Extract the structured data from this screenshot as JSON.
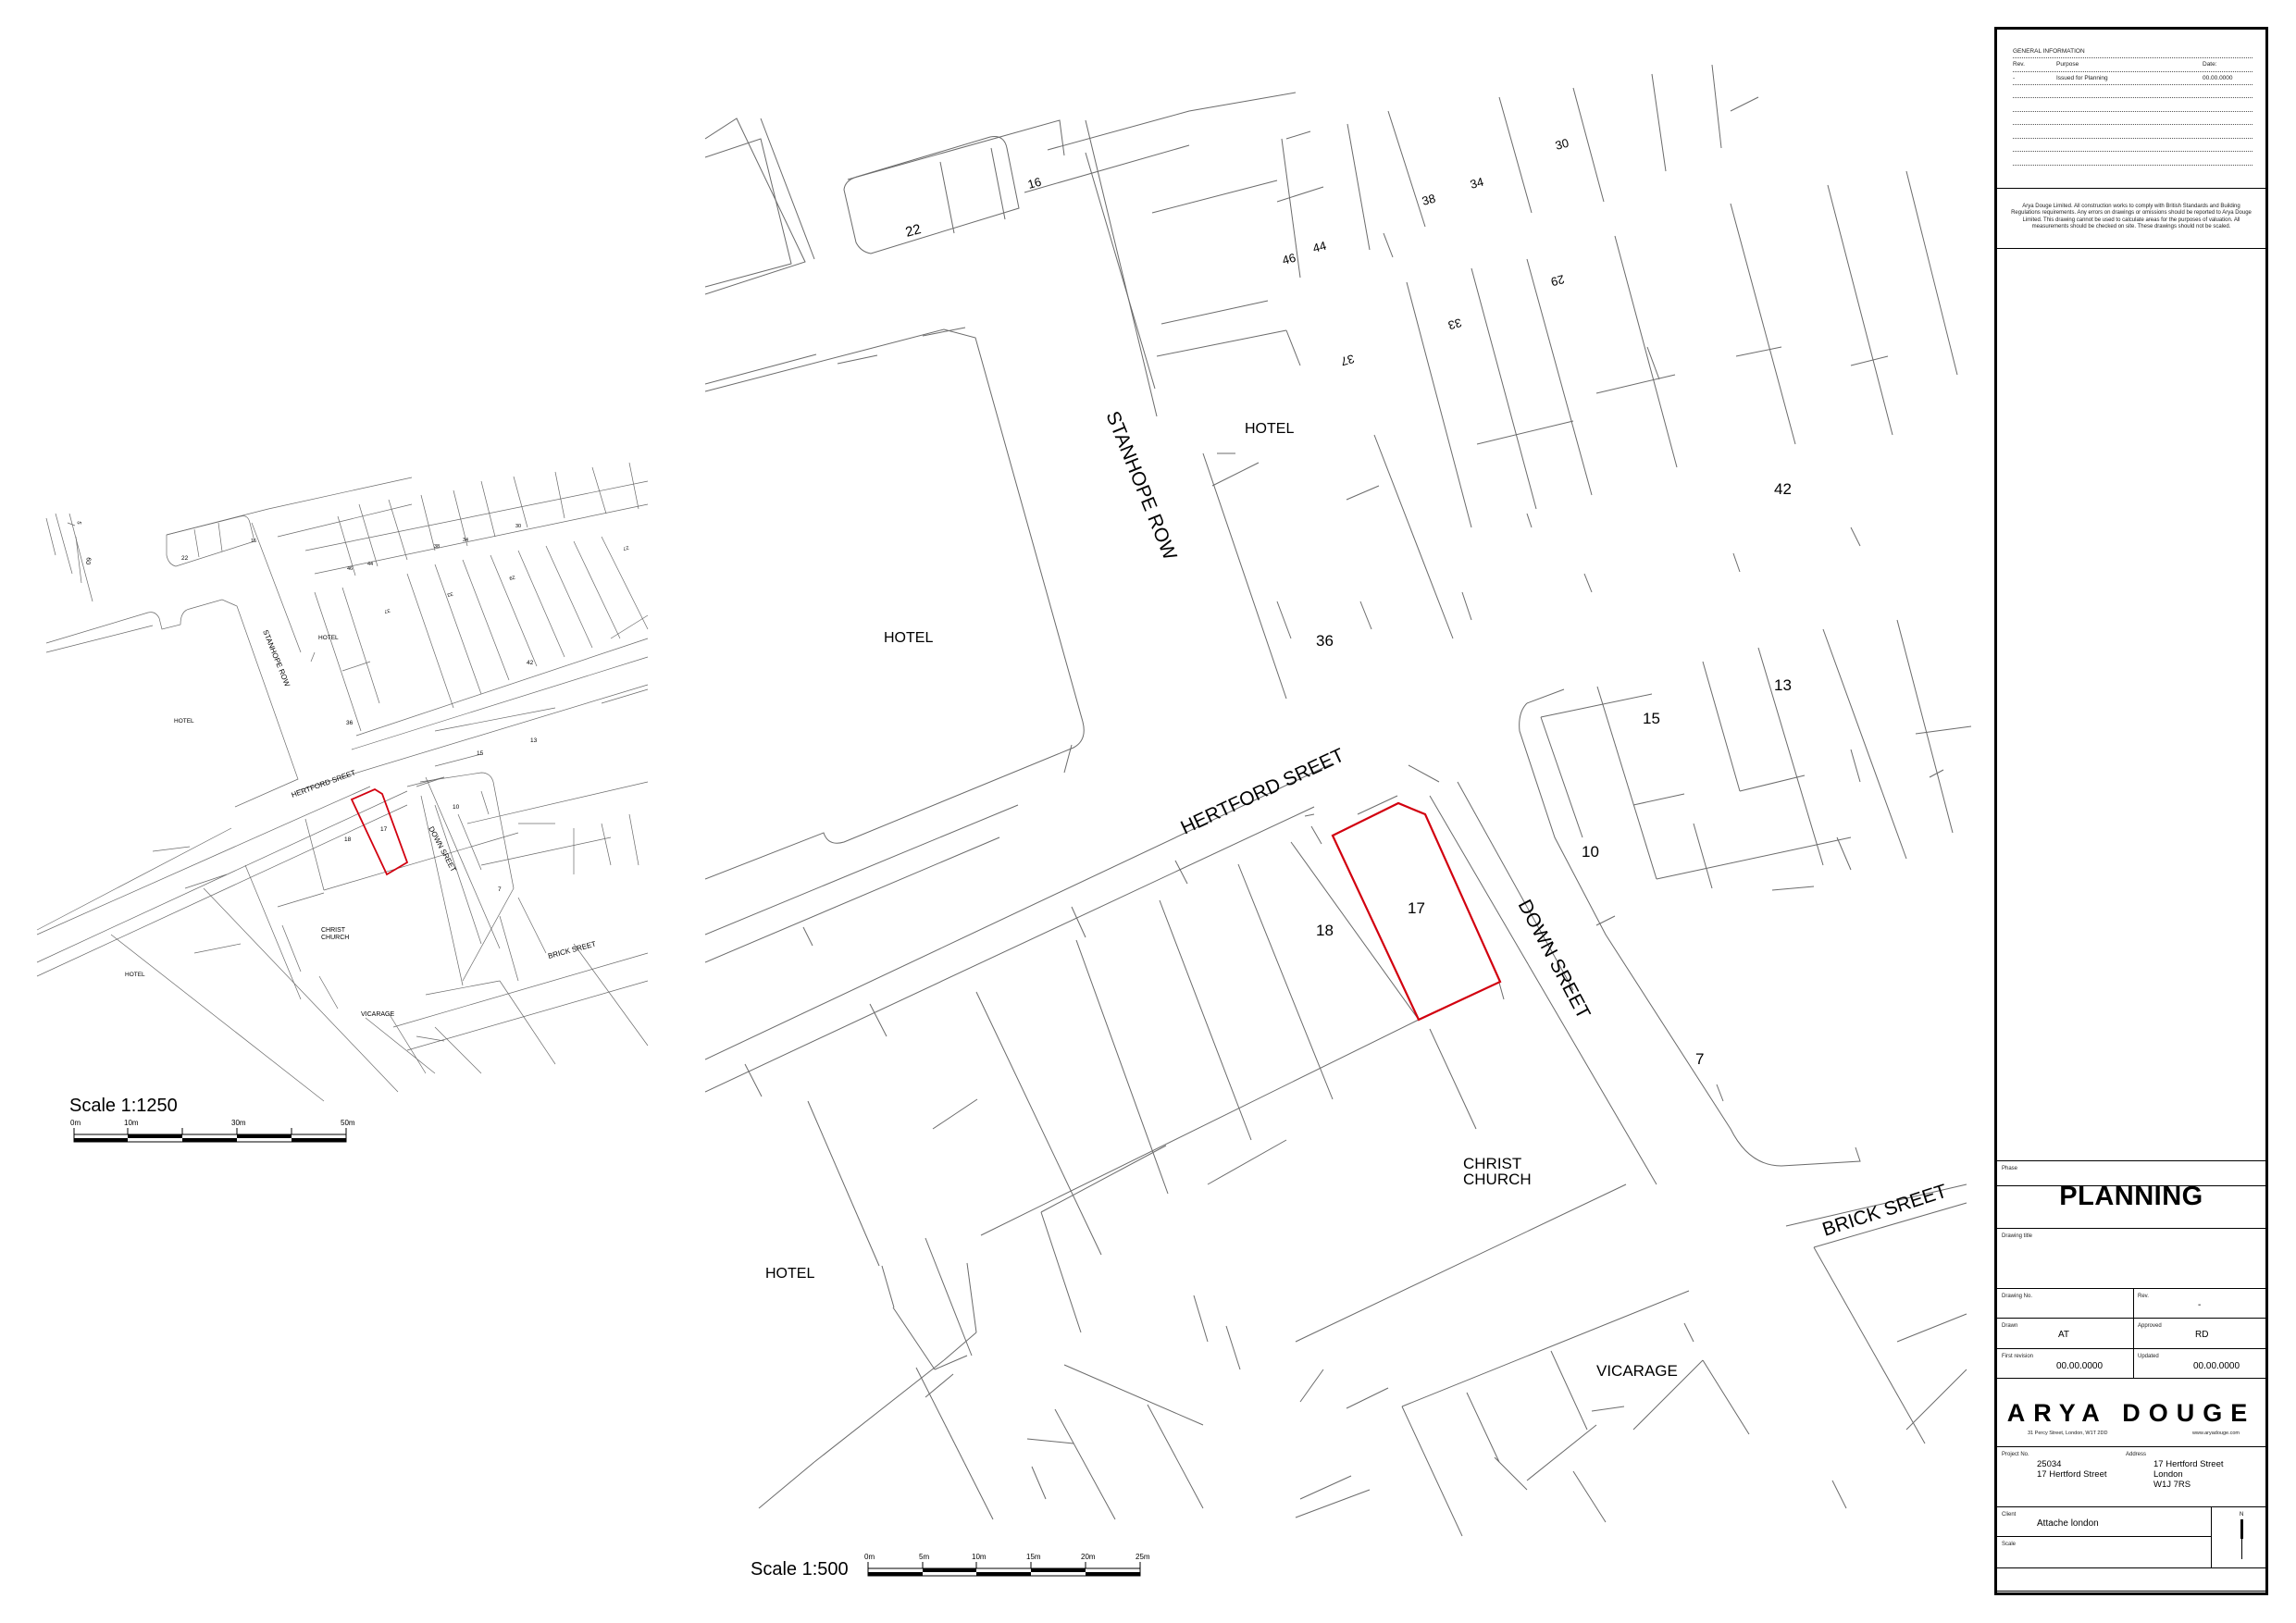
{
  "drawing": {
    "type": "Location / Site Plan",
    "site_outline_color": "#d2000f",
    "line_color": "#6b6b6b"
  },
  "small_map": {
    "scale_label": "Scale 1:1250",
    "scale_bar": {
      "ticks": [
        "0m",
        "10m",
        "30m",
        "50m"
      ]
    },
    "labels": {
      "hotel_1": "HOTEL",
      "hotel_2": "HOTEL",
      "hotel_3": "HOTEL",
      "stanhope_row": "STANHOPE ROW",
      "hertford_street": "HERTFORD SREET",
      "down_street": "DOWN SREET",
      "brick_street": "BRICK SREET",
      "christ_church": "CHRIST\nCHURCH",
      "christ": "CHRIST",
      "church": "CHURCH",
      "vicarage": "VICARAGE",
      "n5": "5",
      "n60": "60",
      "n22": "22",
      "n16": "16",
      "n46": "46",
      "n44": "44",
      "n38": "38",
      "n34": "34",
      "n30": "30",
      "n37": "37",
      "n33": "33",
      "n29": "29",
      "n27": "27",
      "n42": "42",
      "n36": "36",
      "n15": "15",
      "n13": "13",
      "n10": "10",
      "n18": "18",
      "n17": "17",
      "n7": "7"
    }
  },
  "large_map": {
    "scale_label": "Scale 1:500",
    "scale_bar": {
      "ticks": [
        "0m",
        "5m",
        "10m",
        "15m",
        "20m",
        "25m"
      ]
    },
    "labels": {
      "hotel_1": "HOTEL",
      "hotel_2": "HOTEL",
      "hotel_3": "HOTEL",
      "stanhope_row": "STANHOPE ROW",
      "hertford_street": "HERTFORD SREET",
      "down_street": "DOWN SREET",
      "brick_street": "BRICK SREET",
      "christ": "CHRIST",
      "church": "CHURCH",
      "vicarage": "VICARAGE",
      "n22": "22",
      "n16": "16",
      "n46": "46",
      "n44": "44",
      "n38": "38",
      "n34": "34",
      "n30": "30",
      "n37": "37",
      "n33": "33",
      "n29": "29",
      "n42": "42",
      "n36": "36",
      "n15": "15",
      "n13": "13",
      "n10": "10",
      "n18": "18",
      "n17": "17",
      "n7": "7"
    }
  },
  "title_block": {
    "general_information": {
      "heading": "GENERAL INFORMATION",
      "columns": [
        "Rev.",
        "Purpose",
        "Date:"
      ],
      "rows": [
        {
          "rev": "-",
          "purpose": "Issued for Planning",
          "date": "00.00.0000"
        }
      ]
    },
    "disclaimer": "Arya Douge Limited. All construction works to comply with British Standards and Building Regulations requirements. Any errors on drawings or omissions should be reported to Arya Douge Limited. This drawing cannot be used to calculate areas for the purposes of valuation. All measurements should be checked on site. These drawings should not be scaled.",
    "phase": {
      "label": "Phase",
      "value": "PLANNING"
    },
    "drawing_title": {
      "label": "Drawing title",
      "value": ""
    },
    "drawing_no": {
      "label": "Drawing No.",
      "value": ""
    },
    "rev": {
      "label": "Rev.",
      "value": "-"
    },
    "drawn": {
      "label": "Drawn",
      "value": "AT"
    },
    "approved": {
      "label": "Approved",
      "value": "RD"
    },
    "first_revision": {
      "label": "First revision",
      "value": "00.00.0000"
    },
    "updated": {
      "label": "Updated",
      "value": "00.00.0000"
    },
    "company": {
      "name": "ARYA DOUGE",
      "address": "31 Percy Street, London, W1T 2DD",
      "website": "www.aryadouge.com"
    },
    "project_no": {
      "label": "Project No.",
      "value": "25034\n17 Hertford Street"
    },
    "address": {
      "label": "Address",
      "value": "17 Hertford Street\nLondon\nW1J 7RS"
    },
    "client": {
      "label": "Client",
      "value": "Attache london"
    },
    "scale": {
      "label": "Scale",
      "value": ""
    },
    "north_arrow": {
      "label": "N"
    }
  }
}
